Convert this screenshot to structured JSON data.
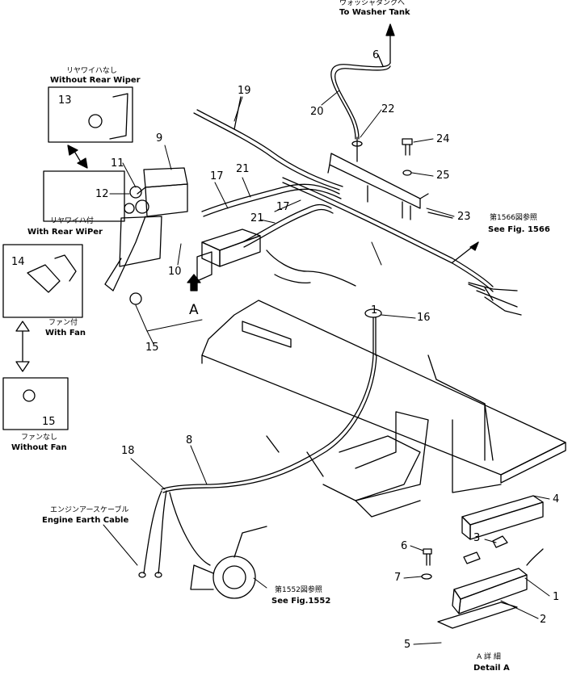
{
  "annotations": {
    "washer_tank_jp": "ウォッシャタンクへ",
    "washer_tank_en": "To Washer Tank",
    "without_rear_wiper_jp": "リヤワイハなし",
    "without_rear_wiper_en": "Without Rear Wiper",
    "with_rear_wiper_jp": "リヤワイハ付",
    "with_rear_wiper_en": "With Rear WiPer",
    "with_fan_jp": "ファン付",
    "with_fan_en": "With Fan",
    "without_fan_jp": "ファンなし",
    "without_fan_en": "Without Fan",
    "earth_cable_jp": "エンジンアースケーブル",
    "earth_cable_en": "Engine Earth Cable",
    "fig1566_jp": "第1566図参照",
    "fig1566_en": "See Fig. 1566",
    "fig1552_jp": "第1552図参照",
    "fig1552_en": "See Fig.1552",
    "detail_jp": "A 詳 細",
    "detail_en": "Detail A",
    "view_marker": "A"
  },
  "callouts": [
    "1",
    "1",
    "2",
    "3",
    "4",
    "5",
    "6",
    "6",
    "7",
    "8",
    "9",
    "10",
    "11",
    "12",
    "13",
    "14",
    "15",
    "15",
    "16",
    "17",
    "17",
    "18",
    "19",
    "20",
    "21",
    "21",
    "22",
    "23",
    "24",
    "25"
  ]
}
